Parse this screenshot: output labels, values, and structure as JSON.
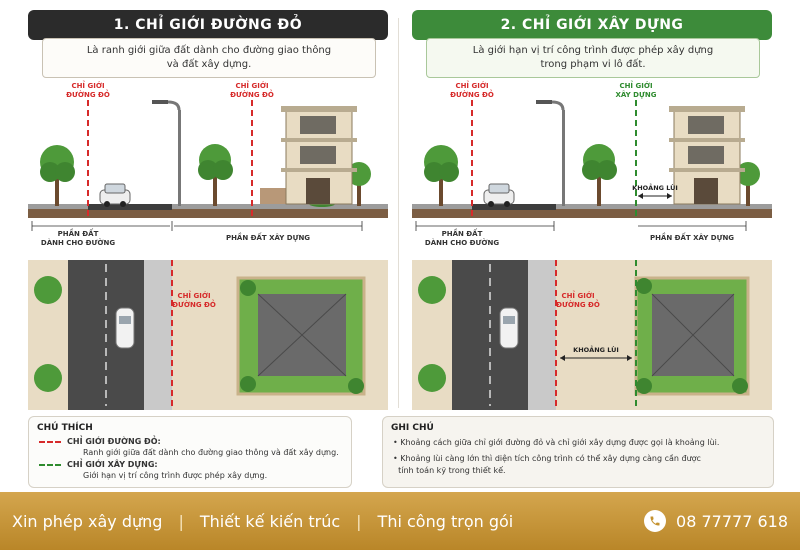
{
  "panels": [
    {
      "title": "1. CHỈ GIỚI ĐƯỜNG ĐỎ",
      "title_color": "#2b2b2b",
      "desc_line1": "Là ranh giới giữa đất dành cho đường giao thông",
      "desc_line2": "và đất xây dựng.",
      "label_red_left_1": "CHỈ GIỚI",
      "label_red_left_2": "ĐƯỜNG ĐỎ",
      "label_red_right_1": "CHỈ GIỚI",
      "label_red_right_2": "ĐƯỜNG ĐỎ",
      "left_zone_1": "PHẦN ĐẤT",
      "left_zone_2": "DÀNH CHO ĐƯỜNG",
      "right_zone": "PHẦN ĐẤT XÂY DỰNG",
      "plan_label_1": "CHỈ GIỚI",
      "plan_label_2": "ĐƯỜNG ĐỎ"
    },
    {
      "title": "2. CHỈ GIỚI XÂY DỰNG",
      "title_color": "#3d8b3a",
      "desc_line1": "Là giới hạn vị trí công trình được phép xây dựng",
      "desc_line2": "trong phạm vi lô đất.",
      "label_red_1": "CHỈ GIỚI",
      "label_red_2": "ĐƯỜNG ĐỎ",
      "label_green_1": "CHỈ GIỚI",
      "label_green_2": "XÂY DỰNG",
      "setback_label": "KHOẢNG LÙI",
      "left_zone_1": "PHẦN ĐẤT",
      "left_zone_2": "DÀNH CHO ĐƯỜNG",
      "right_zone": "PHẦN ĐẤT XÂY DỰNG",
      "plan_label_1": "CHỈ GIỚI",
      "plan_label_2": "ĐƯỜNG ĐỎ",
      "plan_setback_label": "KHOẢNG LÙI"
    }
  ],
  "legend": {
    "title": "CHÚ THÍCH",
    "red_label": "CHỈ GIỚI ĐƯỜNG ĐỎ:",
    "red_text": "Ranh giới giữa đất dành cho đường giao thông và đất xây dựng.",
    "green_label": "CHỈ GIỚI XÂY DỰNG:",
    "green_text": "Giới hạn vị trí công trình được phép xây dựng.",
    "red_color": "#d62a2a",
    "green_color": "#2e8b2e"
  },
  "notes": {
    "title": "GHI CHÚ",
    "item1": "Khoảng cách giữa chỉ giới đường đỏ và chỉ giới xây dựng được gọi là khoảng lùi.",
    "item2_line1": "Khoảng lùi càng lớn thì diện tích công trình có thể xây dựng càng cần được",
    "item2_line2": "tính toán kỹ trong thiết kế."
  },
  "footer": {
    "item1": "Xin phép xây dựng",
    "item2": "Thiết kế kiến trúc",
    "item3": "Thi công trọn gói",
    "separator": "|",
    "phone": "08 77777 618",
    "phone_icon": "phone-icon"
  }
}
